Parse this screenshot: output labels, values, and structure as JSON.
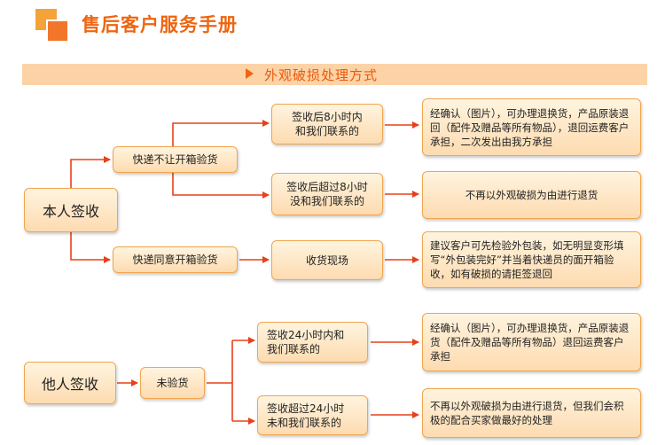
{
  "header": {
    "title": "售后客户服务手册",
    "section_title": "外观破损处理方式"
  },
  "self": {
    "root": "本人签收",
    "option_no_open": "快递不让开箱验货",
    "option_open": "快递同意开箱验货",
    "within_8h": "签收后8小时内\n和我们联系的",
    "over_8h": "签收后超过8小时\n没和我们联系的",
    "on_site": "收货现场",
    "result_within_8h": "经确认（图片），可办理退换货，产品原装退回（配件及赠品等所有物品），退回运费客户承担，二次发出由我方承担",
    "result_over_8h": "不再以外观破损为由进行退货",
    "result_on_site": "建议客户可先检验外包装，如无明显变形填写“外包装完好”并当着快递员的面开箱验收，如有破损的请拒签退回"
  },
  "other": {
    "root": "他人签收",
    "no_inspection": "未验货",
    "within_24h": "签收24小时内和\n我们联系的",
    "over_24h": "签收超过24小时\n未和我们联系的",
    "result_within_24h": "经确认（图片），可办理退换货，产品原装退货（配件及赠品等所有物品）退回运费客户承担",
    "result_over_24h": "不再以外观破损为由进行退货，但我们会积极的配合买家做最好的处理"
  },
  "colors": {
    "accent": "#ee6511",
    "connector": "#e8401a",
    "banner": "#fcd3a6",
    "box_border": "#f1a54e"
  }
}
